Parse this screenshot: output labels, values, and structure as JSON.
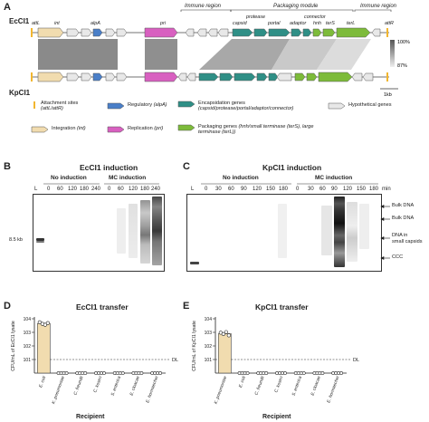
{
  "panelA": {
    "letter": "A",
    "top_label": "EcCI1",
    "bottom_label": "KpCI1",
    "region_immune_1": "Immune region",
    "region_packaging": "Packaging module",
    "region_immune_2": "Immune region",
    "gene_labels_top": [
      "attL",
      "int",
      "alpA",
      "pri",
      "capsid",
      "protease",
      "portal",
      "connector",
      "adaptor",
      "hnh",
      "terS",
      "terL",
      "attR"
    ],
    "scale_max": "100%",
    "scale_min": "87%",
    "scalebar": "1kb",
    "legend": [
      {
        "label": "Attachment sites",
        "sub": "(attL/attR)",
        "color": "#f2b630"
      },
      {
        "label": "Regulatory",
        "sub": "(alpA)",
        "color": "#4a7fc8"
      },
      {
        "label": "Encapsidation genes",
        "sub": "(capsid/protease/portal/adaptor/connector)",
        "color": "#2f8f86"
      },
      {
        "label": "Hypothetical genes",
        "sub": "",
        "color": "#e8e8e8"
      },
      {
        "label": "Integration",
        "sub": "(int)",
        "color": "#f1dcaf"
      },
      {
        "label": "Replication",
        "sub": "(pri)",
        "color": "#d860c0"
      },
      {
        "label": "Packaging genes",
        "sub": "(hnh/small terminase (terS), large terminase (terL))",
        "color": "#7dbb3a"
      }
    ]
  },
  "panelB": {
    "letter": "B",
    "title": "EcCI1 induction",
    "group1": "No induction",
    "group2": "MC induction",
    "lanes": [
      "L",
      "0",
      "60",
      "120",
      "180",
      "240",
      "0",
      "60",
      "120",
      "180",
      "240"
    ],
    "marker": "8.5 kb"
  },
  "panelC": {
    "letter": "C",
    "title": "KpCI1 induction",
    "group1": "No induction",
    "group2": "MC induction",
    "lanes": [
      "L",
      "0",
      "30",
      "60",
      "90",
      "120",
      "150",
      "180",
      "0",
      "30",
      "60",
      "90",
      "120",
      "150",
      "180"
    ],
    "unit": "min",
    "annotations": [
      "Bulk DNA",
      "Bulk DNA",
      "DNA in",
      "small capsids",
      "CCC"
    ]
  },
  "panelD": {
    "letter": "D",
    "title": "EcCI1 transfer",
    "ylabel": "CFU/mL of EcCI1 lysate",
    "xlabel": "Recipient",
    "dl": "DL"
  },
  "panelE": {
    "letter": "E",
    "title": "KpCI1 transfer",
    "ylabel": "CFU/mL of KpCI1 lysate",
    "xlabel": "Recipient",
    "dl": "DL"
  },
  "chart_data": [
    {
      "type": "bar",
      "title": "EcCI1 transfer",
      "xlabel": "Recipient",
      "ylabel": "CFU/mL of EcCI1 lysate",
      "yscale": "log",
      "ylim": [
        1,
        10000
      ],
      "y_tick_labels": [
        "10^1",
        "10^2",
        "10^3",
        "10^4"
      ],
      "categories": [
        "E. coli",
        "K. pneumoniae",
        "C. freundii",
        "C. koseri",
        "S. enterica",
        "E. cloacae",
        "E. hormaechei"
      ],
      "values": [
        4500,
        0,
        0,
        0,
        0,
        0,
        0
      ],
      "points": [
        [
          5500,
          4200,
          3600,
          4800
        ],
        [],
        [],
        [],
        [],
        [],
        []
      ],
      "detection_limit": 10,
      "grid": false,
      "bar_color": "#f1dcaf"
    },
    {
      "type": "bar",
      "title": "KpCI1 transfer",
      "xlabel": "Recipient",
      "ylabel": "CFU/mL of KpCI1 lysate",
      "yscale": "log",
      "ylim": [
        1,
        10000
      ],
      "y_tick_labels": [
        "10^1",
        "10^2",
        "10^3",
        "10^4"
      ],
      "categories": [
        "K. pneumoniae",
        "E. coli",
        "C. freundii",
        "C. koseri",
        "S. enterica",
        "E. cloacae",
        "E. hormaechei"
      ],
      "values": [
        800,
        0,
        0,
        0,
        0,
        0,
        0
      ],
      "points": [
        [
          950,
          750,
          1050,
          600
        ],
        [],
        [],
        [],
        [],
        [],
        []
      ],
      "detection_limit": 10,
      "grid": false,
      "bar_color": "#f1dcaf"
    }
  ]
}
